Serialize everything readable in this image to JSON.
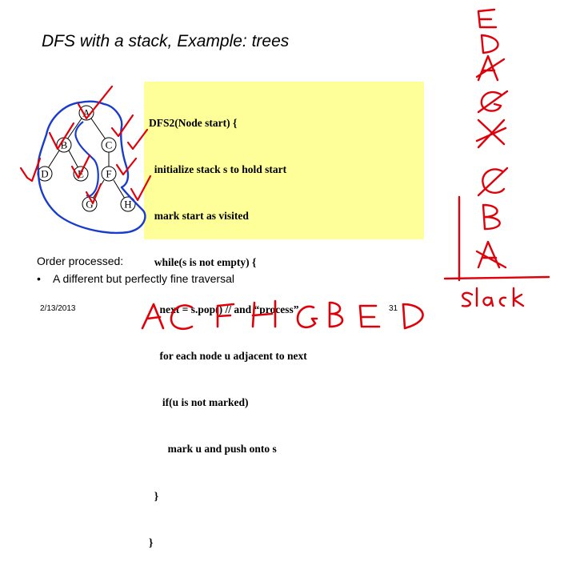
{
  "slide": {
    "title": "DFS with a stack, Example: trees",
    "code_lines": [
      "DFS2(Node start) {",
      "  initialize stack s to hold start",
      "  mark start as visited",
      "  while(s is not empty) {",
      "    next = s.pop() // and “process”",
      "    for each node u adjacent to next",
      "     if(u is not marked)",
      "       mark u and push onto s",
      "  }",
      "}"
    ],
    "order_label": "Order processed:",
    "bullet_text": "A different but perfectly fine traversal",
    "date": "2/13/2013",
    "page_number": "31"
  },
  "tree": {
    "nodes": [
      "A",
      "B",
      "C",
      "D",
      "E",
      "F",
      "G",
      "H"
    ],
    "edges": [
      [
        "A",
        "B"
      ],
      [
        "A",
        "C"
      ],
      [
        "B",
        "D"
      ],
      [
        "B",
        "E"
      ],
      [
        "C",
        "F"
      ],
      [
        "F",
        "G"
      ],
      [
        "F",
        "H"
      ]
    ]
  },
  "annotations": {
    "color": "#e0000a",
    "ink_blue": "#1a3ccc",
    "order_handwritten": "ACFHGBED",
    "stack_label": "Stack",
    "stack_letters": [
      "E",
      "D",
      "A",
      "G",
      "X",
      "C",
      "B",
      "A"
    ]
  }
}
